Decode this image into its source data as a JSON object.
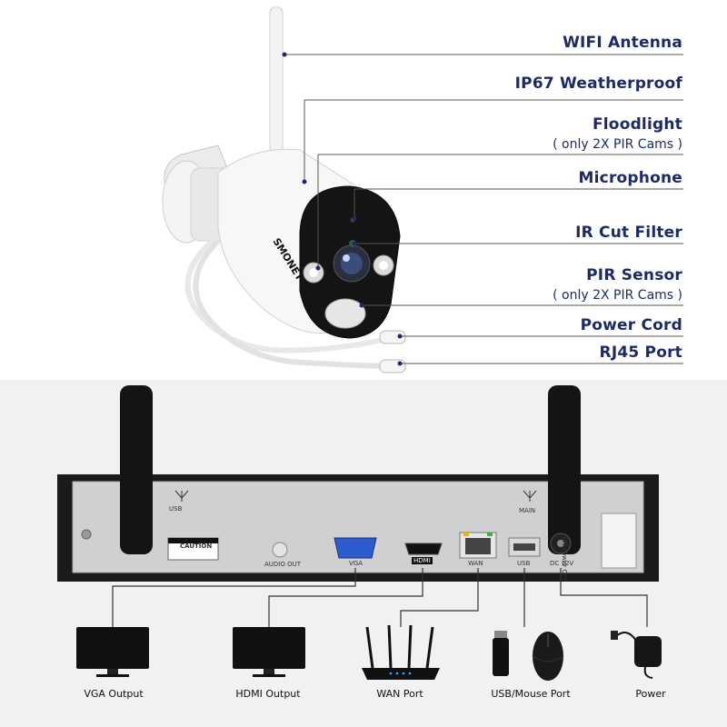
{
  "camera_labels": [
    {
      "title": "WIFI Antenna",
      "note": ""
    },
    {
      "title": "IP67 Weatherproof",
      "note": ""
    },
    {
      "title": "Floodlight",
      "note": "( only 2X PIR Cams )"
    },
    {
      "title": "Microphone",
      "note": ""
    },
    {
      "title": "IR Cut Filter",
      "note": ""
    },
    {
      "title": "PIR Sensor",
      "note": "( only 2X PIR Cams )"
    },
    {
      "title": "Power Cord",
      "note": ""
    },
    {
      "title": "RJ45 Port",
      "note": ""
    }
  ],
  "camera_brand": "SMONET",
  "nvr_panel": {
    "usb_label": "USB",
    "caution_label": "CAUTION",
    "audio_out_label": "AUDIO OUT",
    "vga_label": "VGA",
    "hdmi_label": "HDMI",
    "wan_label": "WAN",
    "usb_port_label": "USB",
    "dc_label": "DC 12V",
    "main_label": "MAIN",
    "power_switch_label": "ON Power OFF"
  },
  "devices": [
    {
      "label": "VGA Output",
      "icon": "monitor-icon"
    },
    {
      "label": "HDMI Output",
      "icon": "monitor-icon"
    },
    {
      "label": "WAN Port",
      "icon": "router-icon"
    },
    {
      "label": "USB/Mouse Port",
      "icon": "mouse-icon"
    },
    {
      "label": "Power",
      "icon": "power-adapter-icon"
    }
  ],
  "colors": {
    "label_navy": "#1e2a66",
    "leader_line": "#555555"
  }
}
